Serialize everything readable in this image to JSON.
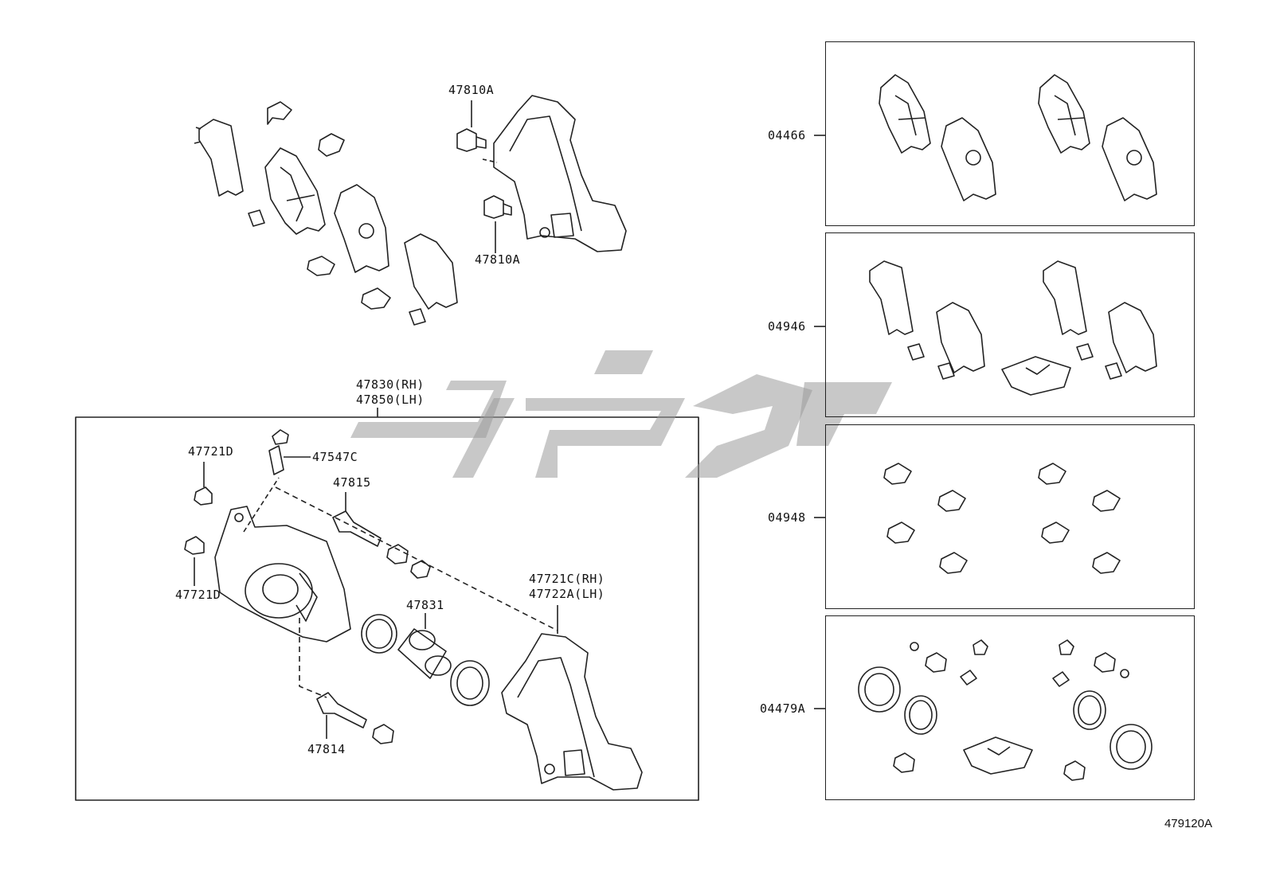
{
  "labels": {
    "bolt_top_1": "47810A",
    "bolt_top_2": "47810A",
    "caliper_rh": "47830(RH)",
    "caliper_lh": "47850(LH)",
    "bleeder_cap": "47721D",
    "bleeder_cap_2": "47721D",
    "bleeder_plug": "47547C",
    "pin_upper": "47815",
    "piston": "47831",
    "pin_lower": "47814",
    "mount_rh": "47721C(RH)",
    "mount_lh": "47722A(LH)"
  },
  "kits": [
    {
      "code": "04466"
    },
    {
      "code": "04946"
    },
    {
      "code": "04948"
    },
    {
      "code": "04479A"
    }
  ],
  "figure_number": "479120A",
  "colors": {
    "line": "#222222",
    "watermark": "#9a9a9a"
  }
}
